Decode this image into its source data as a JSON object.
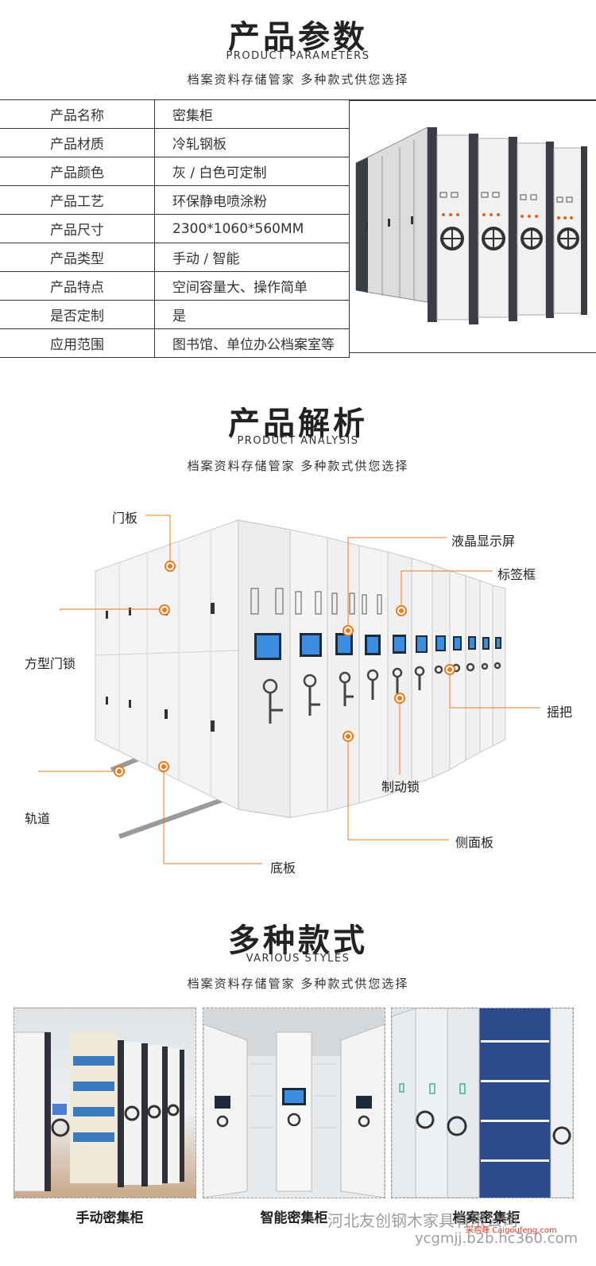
{
  "parameters": {
    "title_cn": "产品参数",
    "title_en": "PRODUCT PARAMETERS",
    "subtitle": "档案资料存储管家  多种款式供您选择",
    "rows": [
      {
        "key": "产品名称",
        "value": "密集柜"
      },
      {
        "key": "产品材质",
        "value": "冷轧钢板"
      },
      {
        "key": "产品颜色",
        "value": "灰 / 白色可定制"
      },
      {
        "key": "产品工艺",
        "value": "环保静电喷涂粉"
      },
      {
        "key": "产品尺寸",
        "value": "2300*1060*560MM"
      },
      {
        "key": "产品类型",
        "value": "手动 / 智能"
      },
      {
        "key": "产品特点",
        "value": "空间容量大、操作简单"
      },
      {
        "key": "是否定制",
        "value": "是"
      },
      {
        "key": "应用范围",
        "value": "图书馆、单位办公档案室等"
      }
    ]
  },
  "analysis": {
    "title_cn": "产品解析",
    "title_en": "PRODUCT ANALYSIS",
    "subtitle": "档案资料存储管家  多种款式供您选择",
    "labels": {
      "door_panel": "门板",
      "square_lock": "方型门锁",
      "rail": "轨道",
      "base_plate": "底板",
      "lcd_screen": "液晶显示屏",
      "label_frame": "标签框",
      "handle": "摇把",
      "brake_lock": "制动锁",
      "side_panel": "侧面板"
    }
  },
  "styles": {
    "title_cn": "多种款式",
    "title_en": "VARIOUS STYLES",
    "subtitle": "档案资料存储管家  多种款式供您选择",
    "items": [
      {
        "caption": "手动密集柜"
      },
      {
        "caption": "智能密集柜"
      },
      {
        "caption": "档案密集柜"
      }
    ]
  },
  "watermark": {
    "company": "河北友创钢木家具有限公司",
    "url": "ycgmjj.b2b.hc360.com",
    "site": "采购峰 Caigoufeng.com"
  },
  "colors": {
    "accent_orange": "#f07a1c",
    "cabinet_white": "#eeeeee",
    "cabinet_dark": "#3a3e44"
  }
}
